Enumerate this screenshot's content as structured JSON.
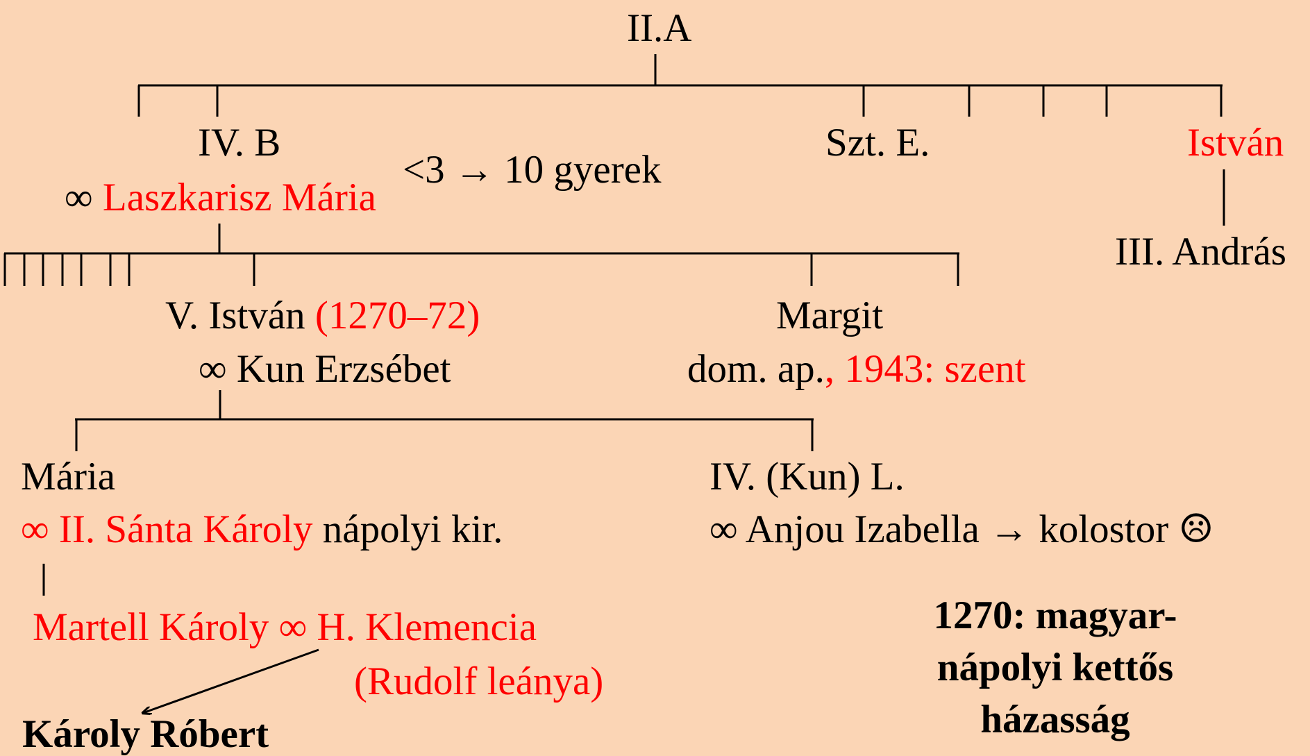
{
  "colors": {
    "background": "#FBD5B5",
    "highlight": "#FF0000",
    "text": "#000000"
  },
  "root": {
    "name": "II.A"
  },
  "gen1": {
    "bela": "IV. B",
    "bela_spouse_symbol": "∞",
    "bela_spouse": "Laszkarisz Mária",
    "children_note": "<3 → 10 gyerek",
    "erzsebet": "Szt. E.",
    "istvan": "István",
    "andras": "III. András"
  },
  "gen2": {
    "istvan_v": "V. István",
    "istvan_v_reign": "(1270–72)",
    "istvan_v_spouse": "∞ Kun Erzsébet",
    "margit": "Margit",
    "margit_note": "dom. ap.",
    "margit_saint": ", 1943: szent"
  },
  "gen3": {
    "maria": "Mária",
    "maria_spouse": "∞ II. Sánta Károly",
    "maria_spouse_title": "nápolyi kir.",
    "laszlo": "IV. (Kun) L.",
    "laszlo_spouse": "∞ Anjou Izabella → kolostor ☹",
    "martell": "Martell Károly",
    "martell_marriage_symbol": "∞",
    "klemencia": "H. Klemencia",
    "klemencia_note": "(Rudolf leánya)",
    "karoly_robert": "Károly Róbert"
  },
  "note": {
    "line1": "1270: magyar-",
    "line2": "nápolyi kettős",
    "line3": "házasság"
  }
}
